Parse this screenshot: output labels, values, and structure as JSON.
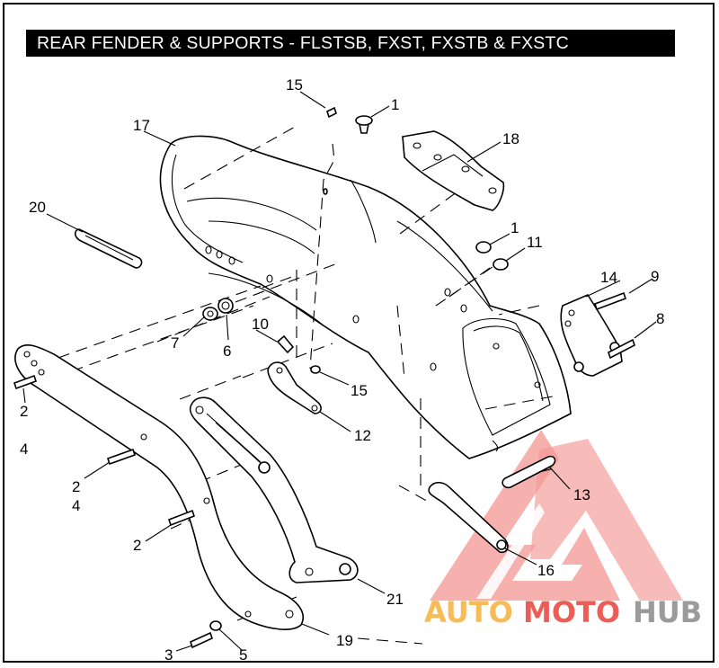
{
  "title": "REAR FENDER & SUPPORTS - FLSTSB, FXST, FXSTB & FXSTC",
  "callouts": {
    "c1a": "1",
    "c1b": "1",
    "c2a": "2",
    "c2b": "2",
    "c2c": "2",
    "c3": "3",
    "c4a": "4",
    "c4b": "4",
    "c5": "5",
    "c6": "6",
    "c7": "7",
    "c8": "8",
    "c9": "9",
    "c10": "10",
    "c11": "11",
    "c12": "12",
    "c13": "13",
    "c14": "14",
    "c15a": "15",
    "c15b": "15",
    "c16": "16",
    "c17": "17",
    "c18": "18",
    "c19": "19",
    "c20": "20",
    "c21": "21"
  },
  "watermark": {
    "auto": "AUTO",
    "moto": "MOTO",
    "hub": "HUB",
    "color_red": "#e8423c",
    "color_orange": "#f6b03c",
    "color_gray": "#8a8a8a"
  }
}
